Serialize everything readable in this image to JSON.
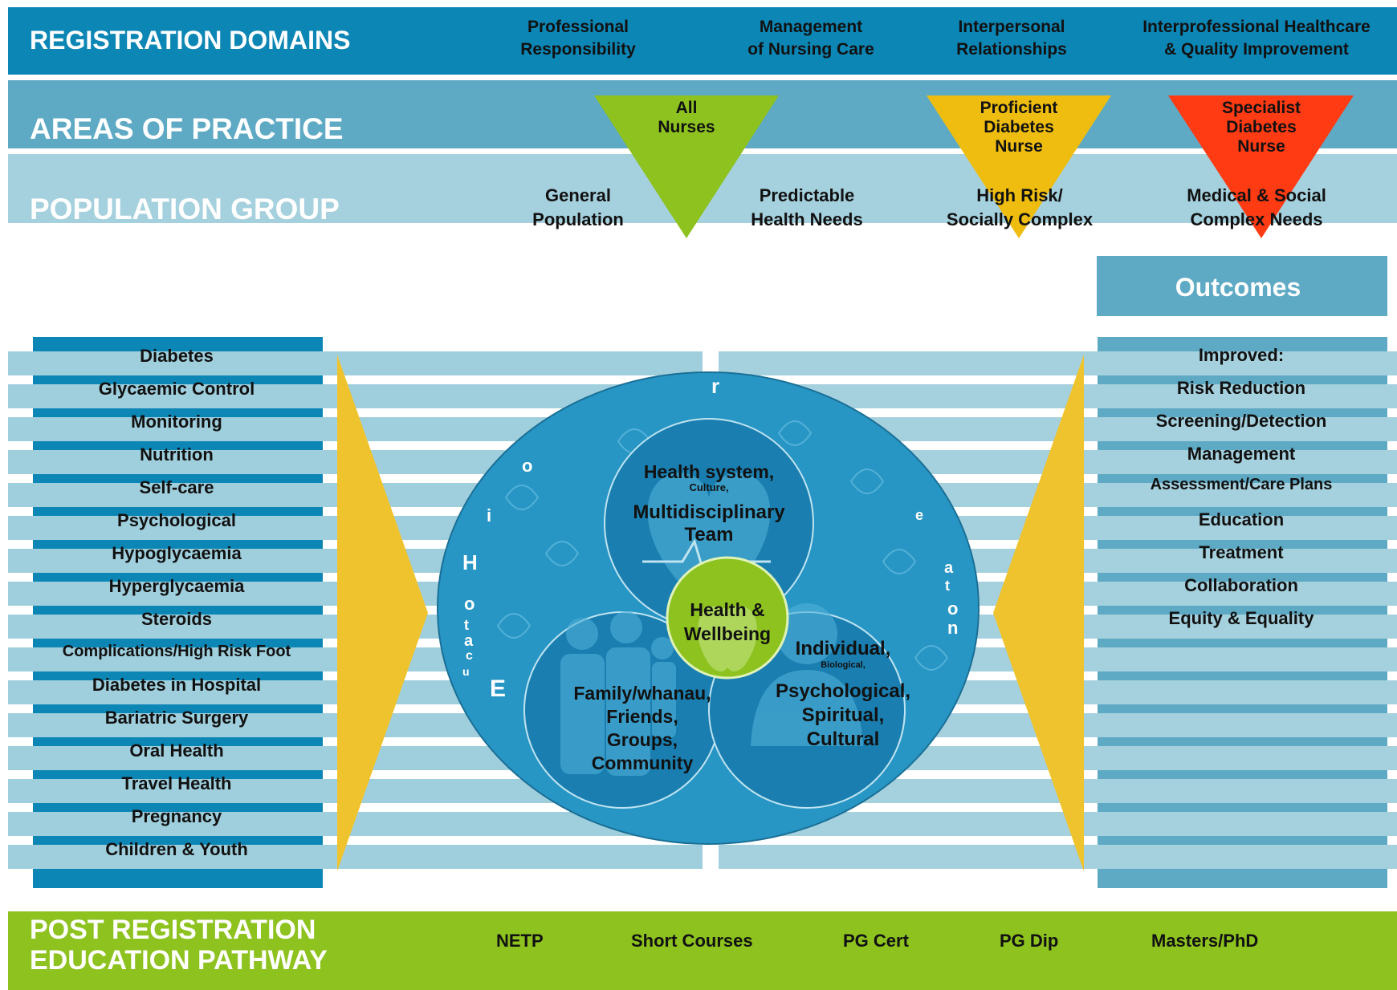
{
  "registration_domains": {
    "title": "REGISTRATION DOMAINS",
    "items": [
      [
        "Professional",
        "Responsibility"
      ],
      [
        "Management",
        "of Nursing Care"
      ],
      [
        "Interpersonal",
        "Relationships"
      ],
      [
        "Interprofessional Healthcare",
        "& Quality Improvement"
      ]
    ]
  },
  "areas_of_practice": {
    "title": "AREAS OF PRACTICE",
    "triangles": [
      {
        "lines": [
          "All",
          "Nurses"
        ],
        "color": "#8dc21f"
      },
      {
        "lines": [
          "Proficient",
          "Diabetes",
          "Nurse"
        ],
        "color": "#eebd0f"
      },
      {
        "lines": [
          "Specialist",
          "Diabetes",
          "Nurse"
        ],
        "color": "#ff3b14"
      }
    ]
  },
  "population_group": {
    "title": "POPULATION GROUP",
    "items": [
      [
        "General",
        "Population"
      ],
      [
        "Predictable",
        "Health Needs"
      ],
      [
        "High Risk/",
        "Socially Complex"
      ],
      [
        "Medical & Social",
        "Complex Needs"
      ]
    ]
  },
  "topics": [
    "Diabetes",
    "Glycaemic Control",
    "Monitoring",
    "Nutrition",
    "Self-care",
    "Psychological",
    "Hypoglycaemia",
    "Hyperglycaemia",
    "Steroids",
    "Complications/High Risk Foot",
    "Diabetes in Hospital",
    "Bariatric Surgery",
    "Oral Health",
    "Travel Health",
    "Pregnancy",
    "Children & Youth"
  ],
  "outcomes": {
    "title": "Outcomes",
    "items": [
      "Improved:",
      "Risk Reduction",
      "Screening/Detection",
      "Management",
      "Assessment/Care Plans",
      "Education",
      "Treatment",
      "Collaboration",
      "Equity & Equality"
    ]
  },
  "circle": {
    "top": {
      "line1": "Health system,",
      "small": "Culture,",
      "line2": "Multidisciplinary",
      "line3": "Team"
    },
    "center": {
      "line1": "Health &",
      "line2": "Wellbeing"
    },
    "left": {
      "line1": "Family/whanau,",
      "line2": "Friends,",
      "line3": "Groups,",
      "line4": "Community"
    },
    "right": {
      "line1": "Individual,",
      "small": "Biological,",
      "line2": "Psychological,",
      "line3": "Spiritual,",
      "line4": "Cultural"
    }
  },
  "pathway": {
    "title_line1": "POST REGISTRATION",
    "title_line2": "EDUCATION PATHWAY",
    "items": [
      "NETP",
      "Short Courses",
      "PG Cert",
      "PG Dip",
      "Masters/PhD"
    ]
  },
  "colors": {
    "dark_blue": "#0c86b5",
    "mid_blue": "#5ea9c4",
    "light_blue": "#a5d0dd",
    "stripe_light": "#9fcfdd",
    "yellow": "#efc32e",
    "green": "#8dc21f",
    "circle_blue": "#2796c5"
  }
}
